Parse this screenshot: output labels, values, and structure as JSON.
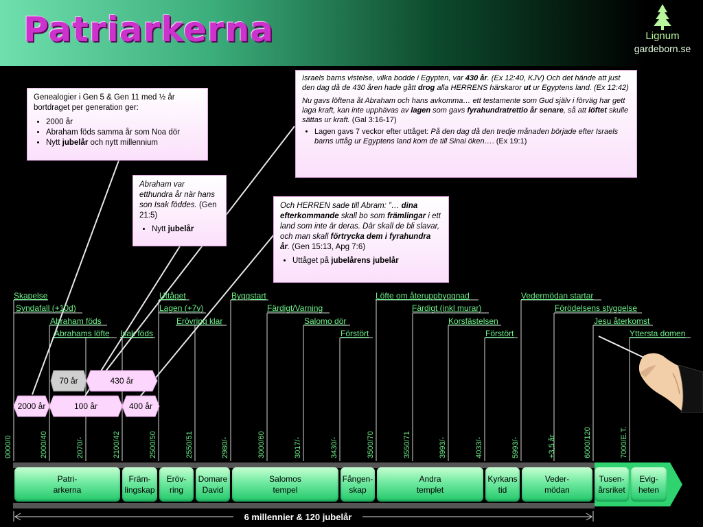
{
  "title": "Patriarkerna",
  "logo": {
    "name": "Lignum",
    "url": "gardeborn.se",
    "icon": "tree-icon"
  },
  "colors": {
    "accent": "#cc33cc",
    "timeline_text": "#6ef08a",
    "era": "#4fdc88"
  },
  "box1": {
    "text": "Genealogier i Gen 5 & Gen 11 med ½ år bortdraget per generation ger:",
    "bullets": [
      "2000 år",
      "Abraham föds samma år som Noa dör"
    ],
    "b3_pre": "Nytt ",
    "b3_bold": "jubelår",
    "b3_post": " och nytt millennium"
  },
  "box2": {
    "italic": "Abraham var etthundra år när hans son Isak föddes.",
    "ref": " (Gen 21:5)",
    "bullet_pre": "Nytt ",
    "bullet_bold": "jubelår"
  },
  "box3": {
    "i1": "Och HERREN sade till Abram: ”… ",
    "b1": "dina efterkommande",
    "i2": " skall bo som ",
    "b2": "främlingar",
    "i3": " i ett land som inte är deras. Där skall de bli slavar, och man skall ",
    "b3": "förtrycka dem i fyrahundra år",
    "i4": ".",
    "ref": " (Gen 15:13, Apg 7:6)",
    "bullet_pre": "Uttåget på ",
    "bullet_bold": "jubelårens jubelår"
  },
  "box4": {
    "p1_i1": "Israels barns vistelse, vilka bodde i Egypten, var ",
    "p1_b1": "430 år",
    "p1_i2": ". (Ex 12:40, KJV) Och det hände att just den dag då de 430 åren hade gått ",
    "p1_b2": "drog",
    "p1_i3": " alla HERRENS härskaror ",
    "p1_b3": "ut",
    "p1_i4": " ur Egyptens land. (Ex 12:42)",
    "p2_i1": "Nu gavs löftena åt Abraham och hans avkomma… ett testamente som Gud själv i förväg har gett laga kraft, kan inte upphävas av ",
    "p2_b1": "lagen",
    "p2_i2": " som gavs ",
    "p2_b2": "fyrahundratrettio år senare",
    "p2_i3": ", så att ",
    "p2_b3": "löftet",
    "p2_i4": " skulle sättas ur kraft.",
    "p2_ref": " (Gal 3:16-17)",
    "b_pre": "Lagen gavs 7 veckor efter uttåget: ",
    "b_i": "På den dag då den tredje månaden började efter Israels barns uttåg ur Egyptens land kom de till Sinai öken…",
    "b_ref": ". (Ex 19:1)"
  },
  "events": [
    {
      "label": "Skapelse"
    },
    {
      "label": "Syndafall (+10d)"
    },
    {
      "label": "Abraham föds"
    },
    {
      "label": "Abrahams löfte"
    },
    {
      "label": "Isak föds"
    },
    {
      "label": "Uttåget"
    },
    {
      "label": "Lagen (+7v)"
    },
    {
      "label": "Erövring klar"
    },
    {
      "label": "Byggstart"
    },
    {
      "label": "Färdigt/Varning"
    },
    {
      "label": "Salomo dör"
    },
    {
      "label": "Förstört"
    },
    {
      "label": "Löfte om återuppbyggnad"
    },
    {
      "label": "Färdigt (inkl murar)"
    },
    {
      "label": "Korsfästelsen"
    },
    {
      "label": "Förstört"
    },
    {
      "label": "Vedermödan startar"
    },
    {
      "label": "Förödelsens styggelse"
    },
    {
      "label": "Jesu återkomst"
    },
    {
      "label": "Yttersta domen"
    }
  ],
  "years": [
    "0000/0",
    "2000/40",
    "2070/-",
    "2100/42",
    "2500/50",
    "2550/51",
    "2980/-",
    "3000/60",
    "3017/-",
    "3430/-",
    "3500/70",
    "3550/71",
    "3993/-",
    "4033/-",
    "5993/-",
    "+3,5 år",
    "6000/120",
    "7000/E.T."
  ],
  "spans": [
    {
      "label": "70 år"
    },
    {
      "label": "430 år"
    },
    {
      "label": "2000 år"
    },
    {
      "label": "100 år"
    },
    {
      "label": "400 år"
    }
  ],
  "eras": [
    {
      "label": "Patri-\narkerna"
    },
    {
      "label": "Främ-\nlingskap"
    },
    {
      "label": "Eröv-\nring"
    },
    {
      "label": "Domare\nDavid"
    },
    {
      "label": "Salomos\ntempel"
    },
    {
      "label": "Fången-\nskap"
    },
    {
      "label": "Andra\ntemplet"
    },
    {
      "label": "Kyrkans\ntid"
    },
    {
      "label": "Veder-\nmödan"
    },
    {
      "label": "Tusen-\nårsriket"
    },
    {
      "label": "Evig-\nheten"
    }
  ],
  "footer": "6 millennier & 120 jubelår",
  "conductor": {
    "icon": "conductor-hand-icon"
  }
}
